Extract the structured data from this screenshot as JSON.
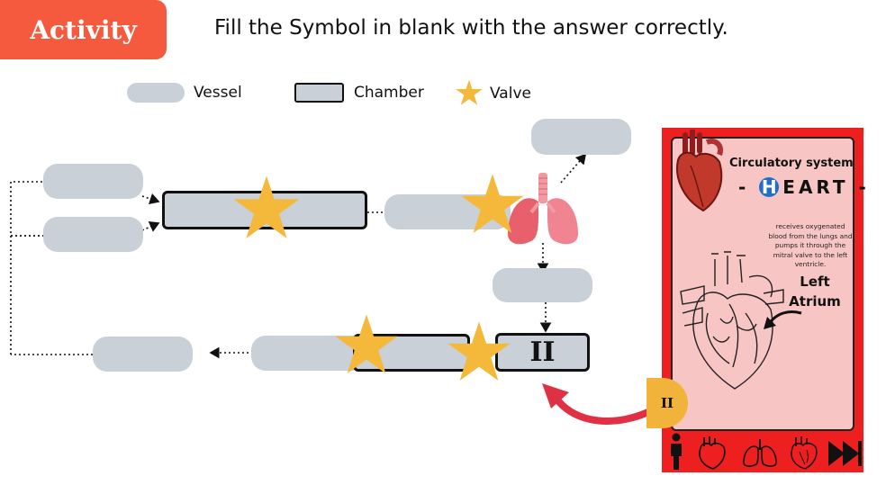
{
  "header": {
    "activity_label": "Activity",
    "instruction": "Fill the Symbol  in blank with the answer correctly."
  },
  "legend": {
    "vessel": "Vessel",
    "chamber": "Chamber",
    "valve": "Valve"
  },
  "diagram": {
    "chamber_ii_label": "II"
  },
  "card": {
    "title": "Circulatory system",
    "heart_letters": "EART -",
    "heart_prefix": "-",
    "heart_h": "H",
    "description": "receives oxygenated blood from the lungs and pumps it through the mitral valve to the left ventricle.",
    "label_line1": "Left",
    "label_line2": "Atrium",
    "badge": "II"
  },
  "colors": {
    "accent": "#f65a3e",
    "blank": "#c9d0d8",
    "star": "#f4b93a",
    "card_bg": "#ee1f1f",
    "card_inner": "#f7c6c4",
    "arrow": "#e03043"
  }
}
